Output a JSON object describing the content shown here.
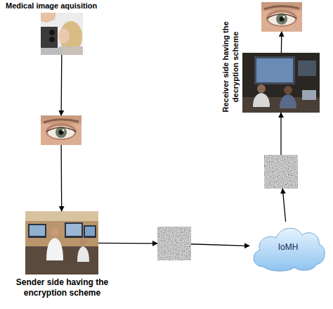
{
  "diagram": {
    "nodes": [
      {
        "text": [
          "Medical image aquisition"
        ]
      },
      {
        "text": []
      },
      {
        "text": [
          "Sender side having the encryption scheme"
        ]
      },
      {
        "text": []
      },
      {
        "text": [
          "IoMH"
        ]
      },
      {
        "text": []
      },
      {
        "text": [
          "Receiver side having the decryption scheme"
        ]
      },
      {
        "text": []
      }
    ],
    "edges": [
      {
        "from": 0,
        "to": 1,
        "arrow": "to"
      },
      {
        "from": 1,
        "to": 2,
        "arrow": "to"
      },
      {
        "from": 2,
        "to": 3,
        "arrow": "to"
      },
      {
        "from": 3,
        "to": 4,
        "arrow": "to"
      },
      {
        "from": 4,
        "to": 5,
        "arrow": "to"
      },
      {
        "from": 5,
        "to": 6,
        "arrow": "to"
      },
      {
        "from": 6,
        "to": 7,
        "arrow": "to"
      }
    ]
  }
}
